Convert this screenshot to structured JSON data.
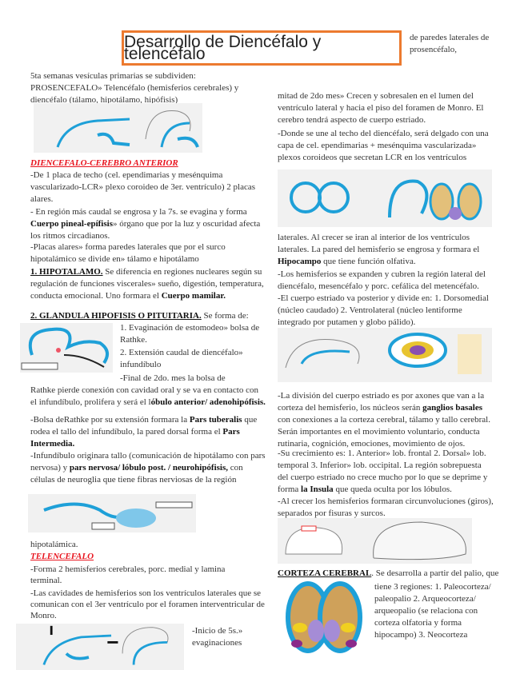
{
  "title": "Desarrollo de Diencéfalo y telencéfalo",
  "top_right": "de paredes laterales de prosencéfalo,",
  "left": {
    "intro": "5ta semanas vesículas primarias se subdividen:",
    "prosencefalo": "PROSENCEFALO» Telencéfalo (hemisferios cerebrales) y diencéfalo (tálamo, hipotálamo, hipófisis)",
    "h_diencefalo": "DIENCEFALO-CEREBRO ANTERIOR",
    "p1": "-De 1 placa de techo (cel. ependimarias y mesénquima vascularizado-LCR» plexo coroideo de 3er. ventrículo) 2 placas alares.",
    "p2a": "- En región más caudal se engrosa y la 7s. se evagina y forma ",
    "p2b": "Cuerpo pineal-epífisis",
    "p2c": "» órgano que por la luz y oscuridad afecta los ritmos circadianos.",
    "p3": "-Placas alares» forma paredes laterales que por el surco hipotalámico se divide en» tálamo e hipotálamo",
    "h_hipotalamo": "1. HIPOTALAMO.",
    "p4a": " Se diferencia en regiones nucleares según su regulación de funciones viscerales» sueño, digestión, temperatura, conducta emocional. Uno formara el ",
    "p4b": "Cuerpo mamilar.",
    "h_glandula": "2. GLANDULA HIPOFISIS O PITUITARIA.",
    "h_glandula_tail": "  Se forma de:",
    "g1": "1. Evaginación de estomodeo» bolsa de Rathke.",
    "g2": "2. Extensión caudal de diencéfalo» infundíbulo",
    "g3": "-Final de 2do. mes la bolsa de",
    "p5a": "Rathke pierde conexión con cavidad oral y se va en contacto con el infundíbulo, prolifera y será el l",
    "p5b": "óbulo anterior/ adenohipófisis.",
    "p6a": "-Bolsa deRathke por su extensión formara la ",
    "p6b": "Pars tuberalis",
    "p6c": " que rodea el tallo del infundíbulo, la pared dorsal forma el ",
    "p6d": "Pars Intermedia.",
    "p7a": "-Infundíbulo originara tallo (comunicación de hipotálamo con pars nervosa) y ",
    "p7b": "pars nervosa/ lóbulo post. / neurohipófisis,",
    "p7c": " con células de neuroglia que tiene fibras nerviosas de la región",
    "p8": "hipotalámica.",
    "h_telencefalo": "TELENCEFALO",
    "p9": "-Forma 2 hemisferios cerebrales, porc. medial y lamina terminal.",
    "p10": "-Las cavidades de hemisferios son los ventrículos laterales que se comunican con el 3er ventrículo por el foramen interventricular de Monro.",
    "p11": "-Inicio de 5s.» evaginaciones"
  },
  "right": {
    "r1": "mitad de 2do mes» Crecen y sobresalen en el lumen del ventrículo lateral y hacia el piso del foramen de Monro. El cerebro tendrá aspecto de cuerpo estriado.",
    "r2": "-Donde se une al techo del diencéfalo, será delgado con una capa de cel. ependimarias + mesénquima vascularizada» plexos coroideos que secretan LCR en los ventrículos",
    "r3a": "laterales. Al crecer se iran al interior de los ventrículos laterales. La pared del hemisferio se engrosa y formara el ",
    "r3b": "Hipocampo",
    "r3c": " que tiene función olfativa.",
    "r4": "-Los hemisferios se expanden y cubren la región lateral del diencéfalo, mesencéfalo y porc. cefálica del metencéfalo.",
    "r5": "-El cuerpo estriado va posterior y divide en: 1. Dorsomedial (núcleo caudado) 2. Ventrolateral (núcleo lentiforme integrado por putamen y globo pálido).",
    "r6a": "-La división del cuerpo estriado es por axones que van a la corteza del hemisferio, los núcleos serán ",
    "r6b": "ganglios basales",
    "r6c": " con conexiones a la corteza cerebral, tálamo y tallo cerebral. Serán importantes en el movimiento voluntario, conducta rutinaria, cognición, emociones, movimiento de ojos.",
    "r7a": "-Su crecimiento es: 1. Anterior» lob. frontal 2. Dorsal» lob. temporal 3. Inferior» lob. occipital. La región sobrepuesta del cuerpo estriado no crece mucho por lo que se deprime y forma ",
    "r7b": "la Insula",
    "r7c": " que queda oculta por los lóbulos.",
    "r8": "-Al crecer los hemisferios formaran circunvoluciones (giros), separados por fisuras y surcos.",
    "h_corteza": "CORTEZA CEREBRAL",
    "corteza_a": ". Se desarrolla a partir del palio, que",
    "corteza_b": "tiene 3 regiones: 1. Paleocorteza/ paleopalio 2. Arqueocorteza/ arqueopalio (se relaciona con corteza olfatoria y forma hipocampo) 3. Neocorteza"
  },
  "colors": {
    "title_border": "#ec7a2f",
    "heading_red": "#e8141e",
    "diagram_blue": "#1ea0d8"
  }
}
